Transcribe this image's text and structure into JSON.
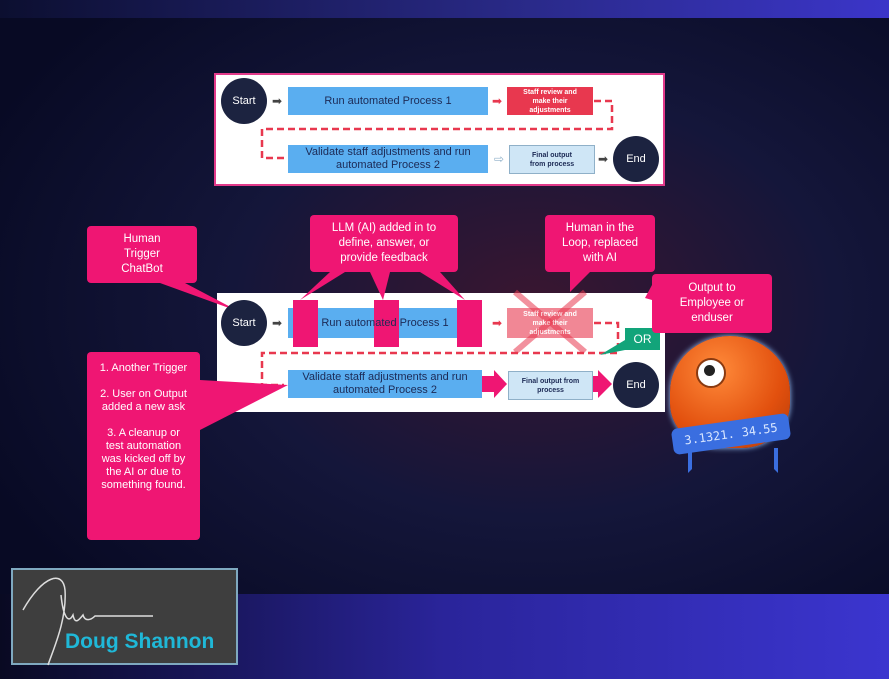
{
  "top_diagram": {
    "start": "Start",
    "process1": "Run automated Process 1",
    "staff_review": "Staff review and make their adjustments",
    "process2": "Validate staff adjustments and run automated Process 2",
    "final_output": "Final output from process",
    "end": "End"
  },
  "bottom_diagram": {
    "start": "Start",
    "process1": "Run automated Process 1",
    "staff_review": "Staff review and make their adjustments",
    "process2": "Validate staff adjustments and run automated Process 2",
    "final_output": "Final output from process",
    "end": "End",
    "or_label": "OR"
  },
  "callouts": {
    "human_trigger": "Human\nTrigger\nChatBot",
    "llm": "LLM (AI) added in to\ndefine, answer, or\nprovide feedback",
    "human_loop": "Human in the\nLoop, replaced\nwith AI",
    "output": "Output to\nEmployee or\nenduser",
    "triggers": "1. Another Trigger\n\n2. User on Output\nadded a new ask\n\n3. A cleanup or\ntest automation\nwas kicked off by\nthe AI or due to\nsomething found."
  },
  "mascot": {
    "band_text": "3.1321. 34.55"
  },
  "signature": {
    "name": "Doug Shannon"
  },
  "colors": {
    "callout": "#ef1673",
    "process_blue": "#5aaef0",
    "staff_red": "#e8384f",
    "or_green": "#12a47a",
    "name_cyan": "#1fb8d8"
  }
}
